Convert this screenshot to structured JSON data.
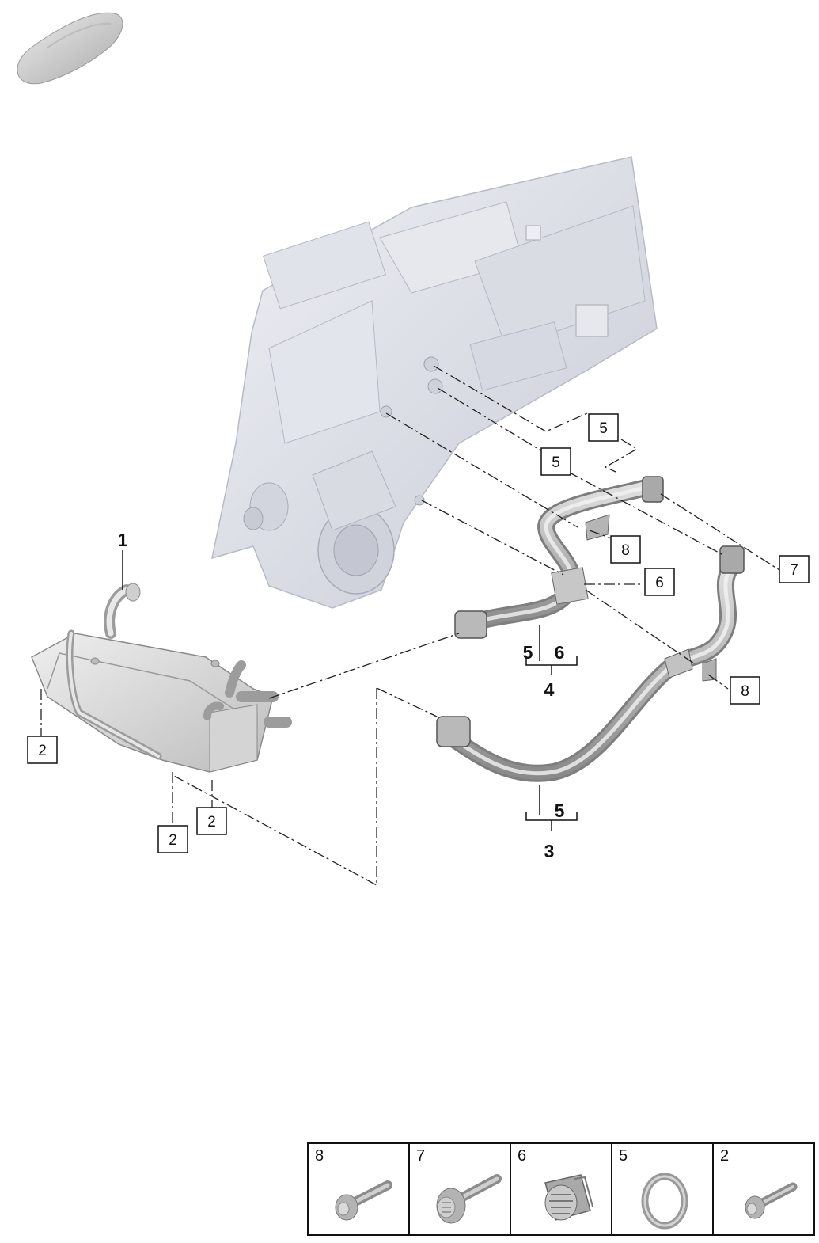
{
  "diagram": {
    "callouts": {
      "c5a": "5",
      "c5b": "5",
      "c7": "7",
      "c8a": "8",
      "c6": "6",
      "c8b": "8",
      "c2a": "2",
      "c2b": "2",
      "c2c": "2"
    },
    "parts": {
      "p1": "1",
      "p4": "4",
      "p4_sub5": "5",
      "p4_sub6": "6",
      "p3": "3",
      "p3_sub5": "5"
    }
  },
  "legend": {
    "items": [
      {
        "number": "8",
        "icon": "bolt-icon"
      },
      {
        "number": "7",
        "icon": "flange-bolt-icon"
      },
      {
        "number": "6",
        "icon": "clip-icon"
      },
      {
        "number": "5",
        "icon": "seal-ring-icon"
      },
      {
        "number": "2",
        "icon": "bolt-icon"
      }
    ]
  }
}
